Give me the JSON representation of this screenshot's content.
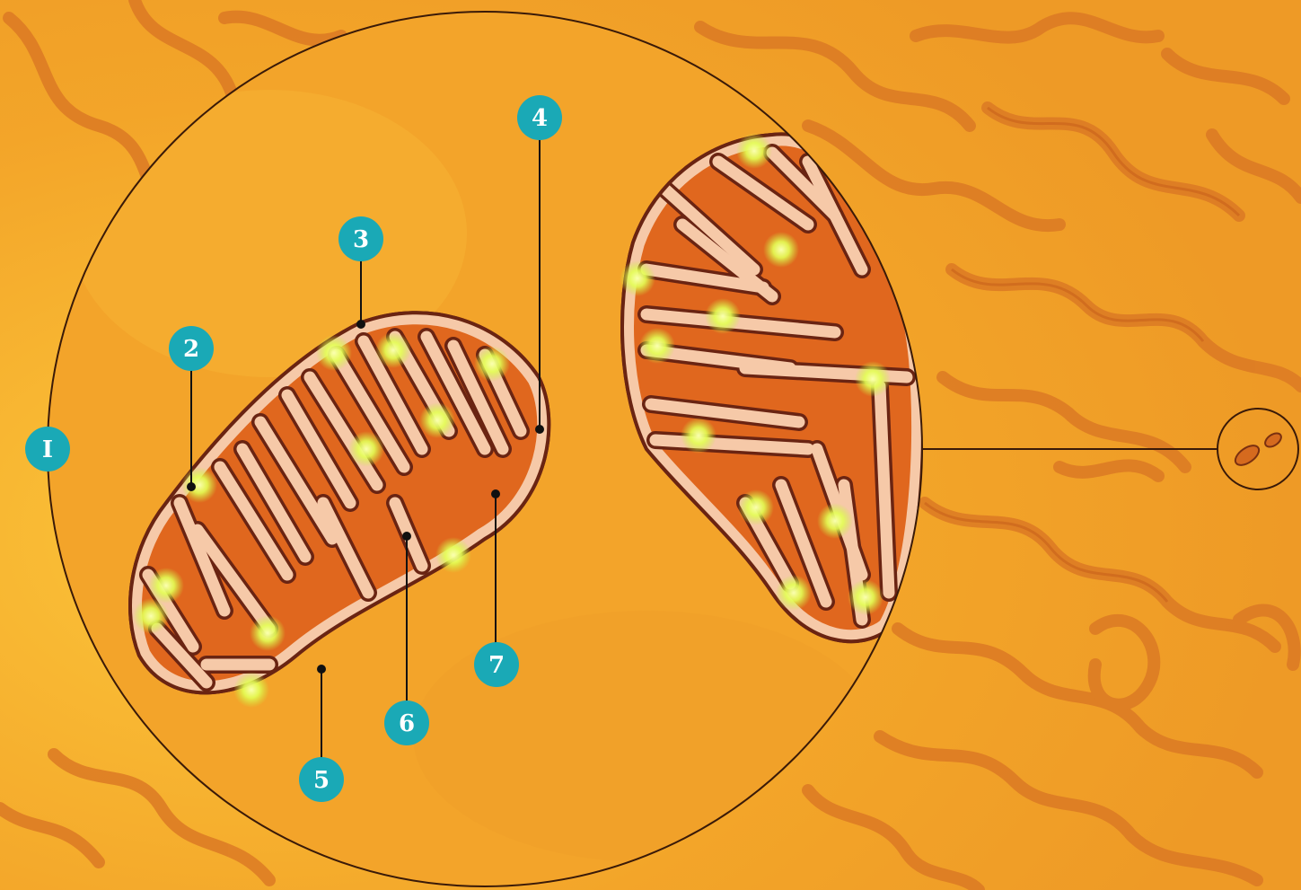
{
  "diagram": {
    "subject": "mitochondria",
    "colors": {
      "background": "#f3a82a",
      "background_light": "#fbc63c",
      "strands": "#d9701c",
      "matrix": "#e0681e",
      "membrane": "#f6c9a8",
      "outline": "#6a2412",
      "marker": "#1aa9b6",
      "marker_text": "#ffffff",
      "glow": "#eaff5a",
      "leader": "#111111"
    },
    "markers": [
      {
        "id": "1",
        "label": "I"
      },
      {
        "id": "2",
        "label": "2"
      },
      {
        "id": "3",
        "label": "3"
      },
      {
        "id": "4",
        "label": "4"
      },
      {
        "id": "5",
        "label": "5"
      },
      {
        "id": "6",
        "label": "6"
      },
      {
        "id": "7",
        "label": "7"
      }
    ]
  }
}
